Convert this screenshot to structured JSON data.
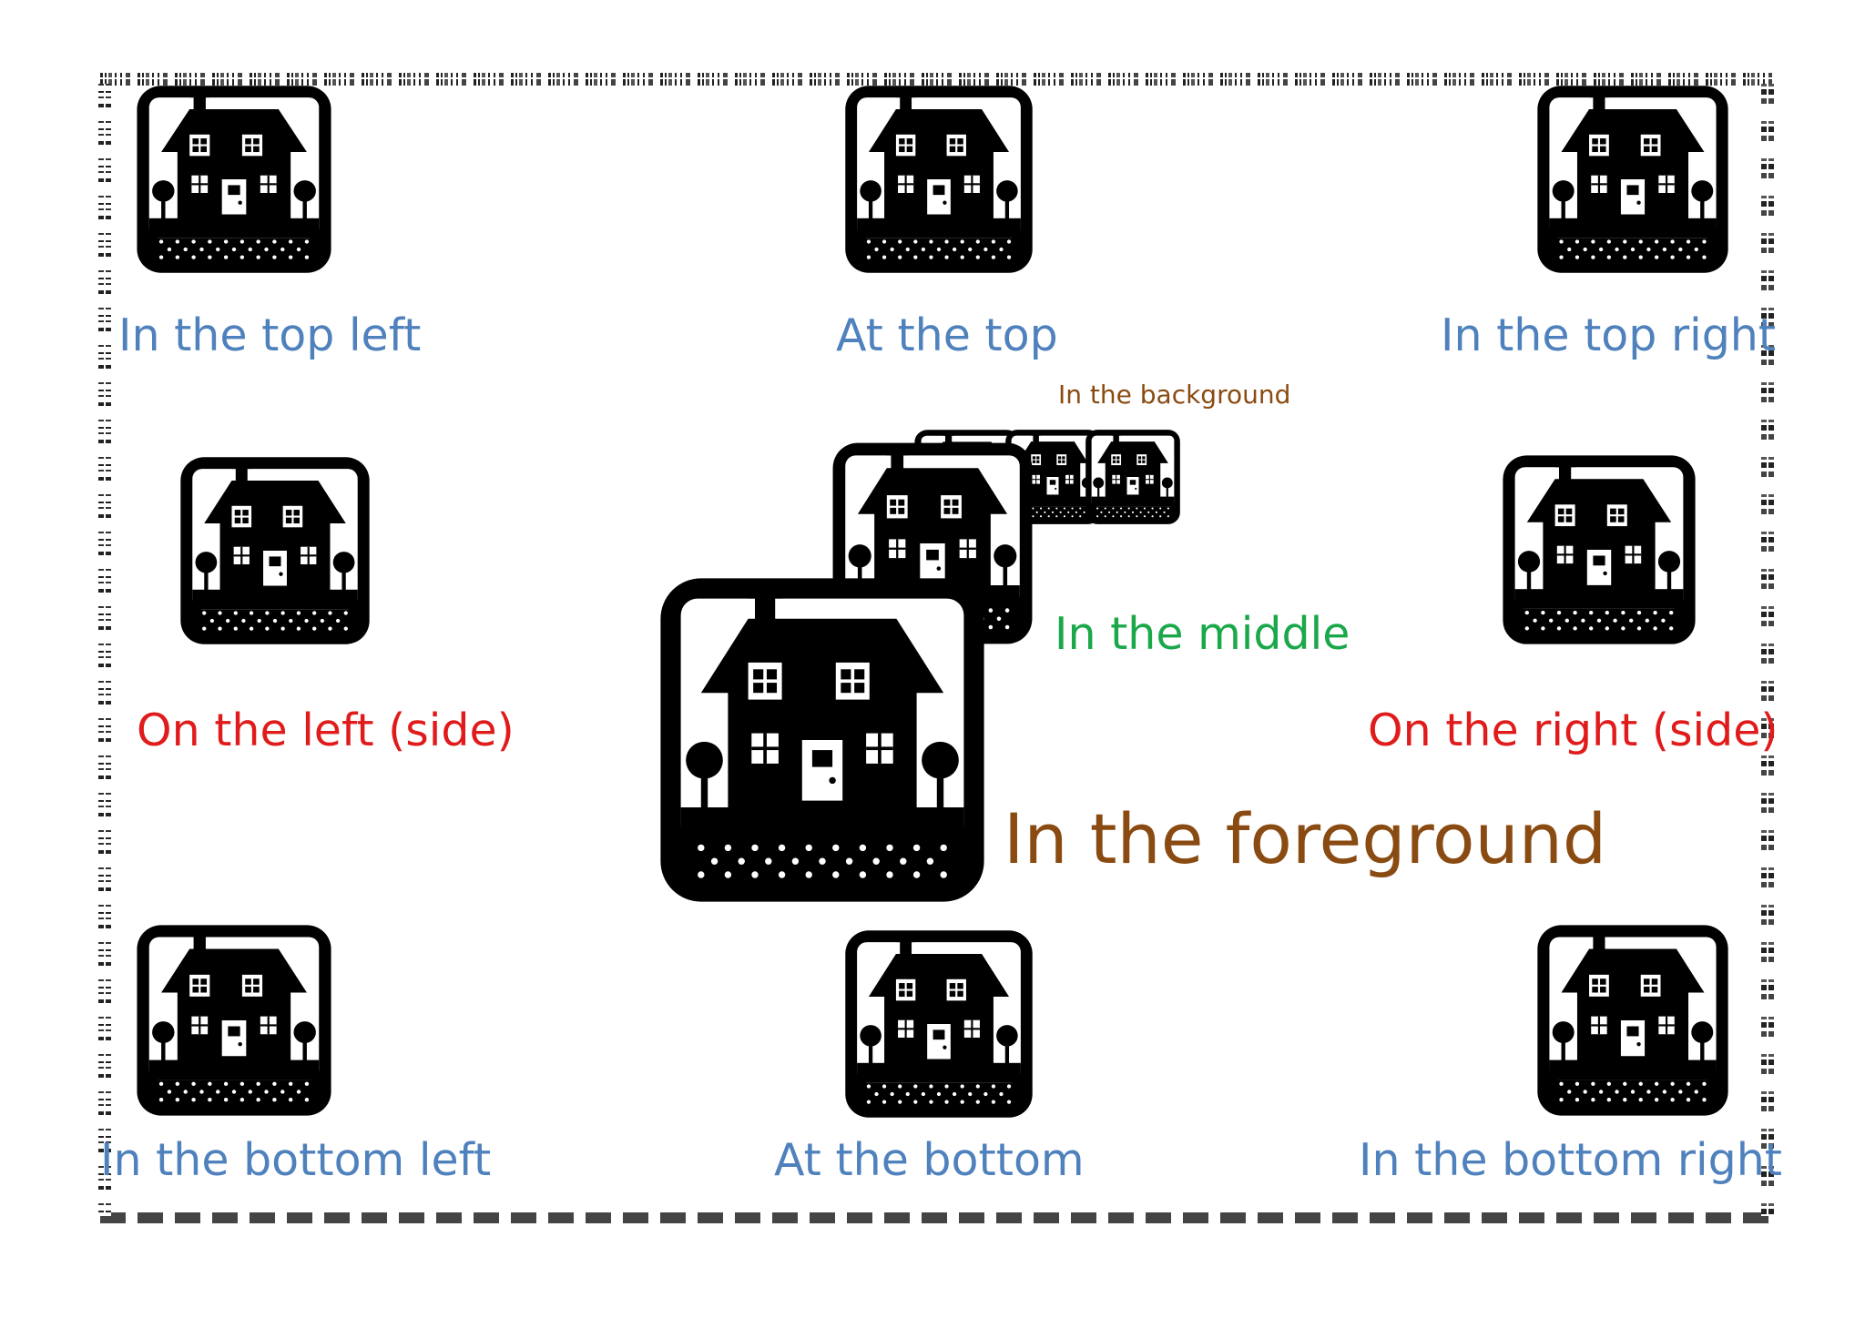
{
  "labels": {
    "top_left": "In the top left",
    "top": "At the top",
    "top_right": "In the top right",
    "background": "In the background",
    "middle": "In the middle",
    "left_side": "On the left (side)",
    "right_side": "On the right (side)",
    "foreground": "In the foreground",
    "bottom_left": "In the bottom left",
    "bottom": "At the bottom",
    "bottom_right": "In the bottom right"
  },
  "colors": {
    "position_label": "#4f81bd",
    "side_label": "#e01b1b",
    "middle_label": "#1aa84a",
    "depth_label": "#8a4b12",
    "icon": "#000000"
  },
  "icon": "house-icon"
}
